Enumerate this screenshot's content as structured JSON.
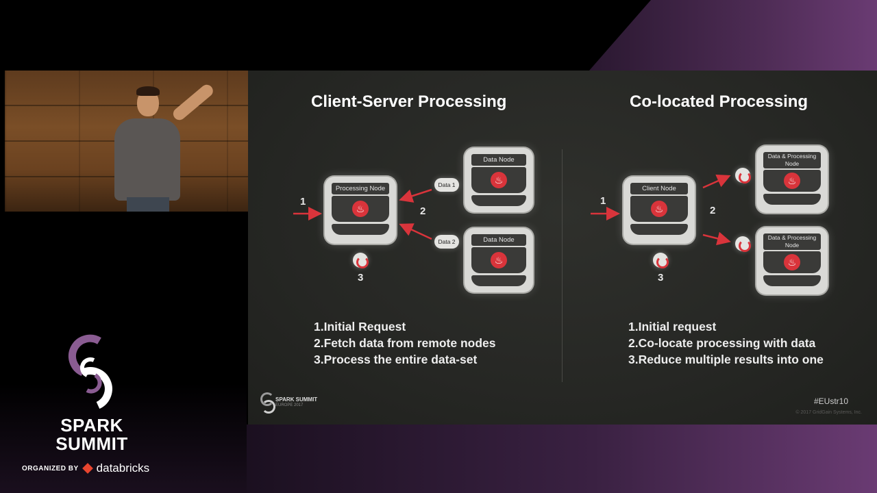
{
  "left_panel": {
    "diagram_title": "Client-Server Processing",
    "processing_node_label": "Processing Node",
    "data_node_1_label": "Data Node",
    "data_node_2_label": "Data Node",
    "cloud_1": "Data 1",
    "cloud_2": "Data 2",
    "step_1_num": "1",
    "step_2_num": "2",
    "step_3_num": "3",
    "steps": [
      "1.Initial Request",
      "2.Fetch data from remote nodes",
      "3.Process the entire data-set"
    ]
  },
  "right_panel": {
    "diagram_title": "Co-located Processing",
    "client_node_label": "Client Node",
    "dp_node_1_label": "Data & Processing Node",
    "dp_node_2_label": "Data & Processing Node",
    "step_1_num": "1",
    "step_2_num": "2",
    "step_3_num": "3",
    "steps": [
      "1.Initial request",
      "2.Co-locate processing with data",
      "3.Reduce multiple results into one"
    ]
  },
  "slide_footer": {
    "brand_line1": "SPARK SUMMIT",
    "brand_line2": "EUROPE 2017",
    "hashtag": "#EUstr10",
    "copyright": "© 2017 GridGain Systems, Inc."
  },
  "event_logo": {
    "title": "SPARK SUMMIT",
    "organized_by": "ORGANIZED BY",
    "organizer": "databricks"
  },
  "colors": {
    "accent_red": "#d9343b",
    "brand_purple": "#6a3b73",
    "slide_bg": "#262724"
  },
  "icons": {
    "node_logo": "flame-icon",
    "process_step": "refresh-icon",
    "arrow": "arrow-icon"
  }
}
